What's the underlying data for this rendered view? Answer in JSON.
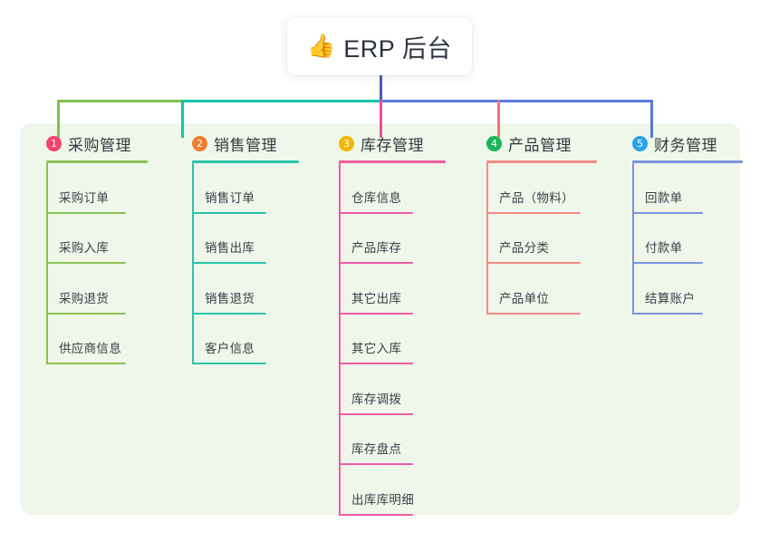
{
  "root": {
    "icon": "thumbs-up-icon",
    "emoji": "👍",
    "title": "ERP 后台"
  },
  "colors": {
    "panel_bg": "#eef7ea",
    "trunk": "#4a57c4",
    "green": "#82c04f",
    "teal": "#14c4a8",
    "pink": "#ec4d9b",
    "red": "#f4736f",
    "blue": "#5a78d8",
    "badge_1": "#f2436b",
    "badge_2": "#f07c2c",
    "badge_3": "#f2b705",
    "badge_4": "#18b65a",
    "badge_5": "#2aa3e8",
    "rule_green": "#8cc152",
    "rule_teal": "#2bc4ab",
    "rule_pink": "#ef5ba4",
    "rule_red": "#f58a86",
    "rule_blue": "#7c93de",
    "text": "#3a4048"
  },
  "columns": [
    {
      "index": "1",
      "label": "采购管理",
      "badge_color": "#f2436b",
      "rule_color": "#8cc152",
      "items": [
        {
          "label": "采购订单"
        },
        {
          "label": "采购入库"
        },
        {
          "label": "采购退货"
        },
        {
          "label": "供应商信息"
        }
      ]
    },
    {
      "index": "2",
      "label": "销售管理",
      "badge_color": "#f07c2c",
      "rule_color": "#2bc4ab",
      "items": [
        {
          "label": "销售订单"
        },
        {
          "label": "销售出库"
        },
        {
          "label": "销售退货"
        },
        {
          "label": "客户信息"
        }
      ]
    },
    {
      "index": "3",
      "label": "库存管理",
      "badge_color": "#f2b705",
      "rule_color": "#ef5ba4",
      "items": [
        {
          "label": "仓库信息"
        },
        {
          "label": "产品库存"
        },
        {
          "label": "其它出库"
        },
        {
          "label": "其它入库"
        },
        {
          "label": "库存调拨"
        },
        {
          "label": "库存盘点"
        },
        {
          "label": "出库库明细"
        }
      ]
    },
    {
      "index": "4",
      "label": "产品管理",
      "badge_color": "#18b65a",
      "rule_color": "#f58a86",
      "items": [
        {
          "label": "产品（物料）"
        },
        {
          "label": "产品分类"
        },
        {
          "label": "产品单位"
        }
      ]
    },
    {
      "index": "5",
      "label": "财务管理",
      "badge_color": "#2aa3e8",
      "rule_color": "#7c93de",
      "items": [
        {
          "label": "回款单"
        },
        {
          "label": "付款单"
        },
        {
          "label": "结算账户"
        }
      ]
    }
  ]
}
